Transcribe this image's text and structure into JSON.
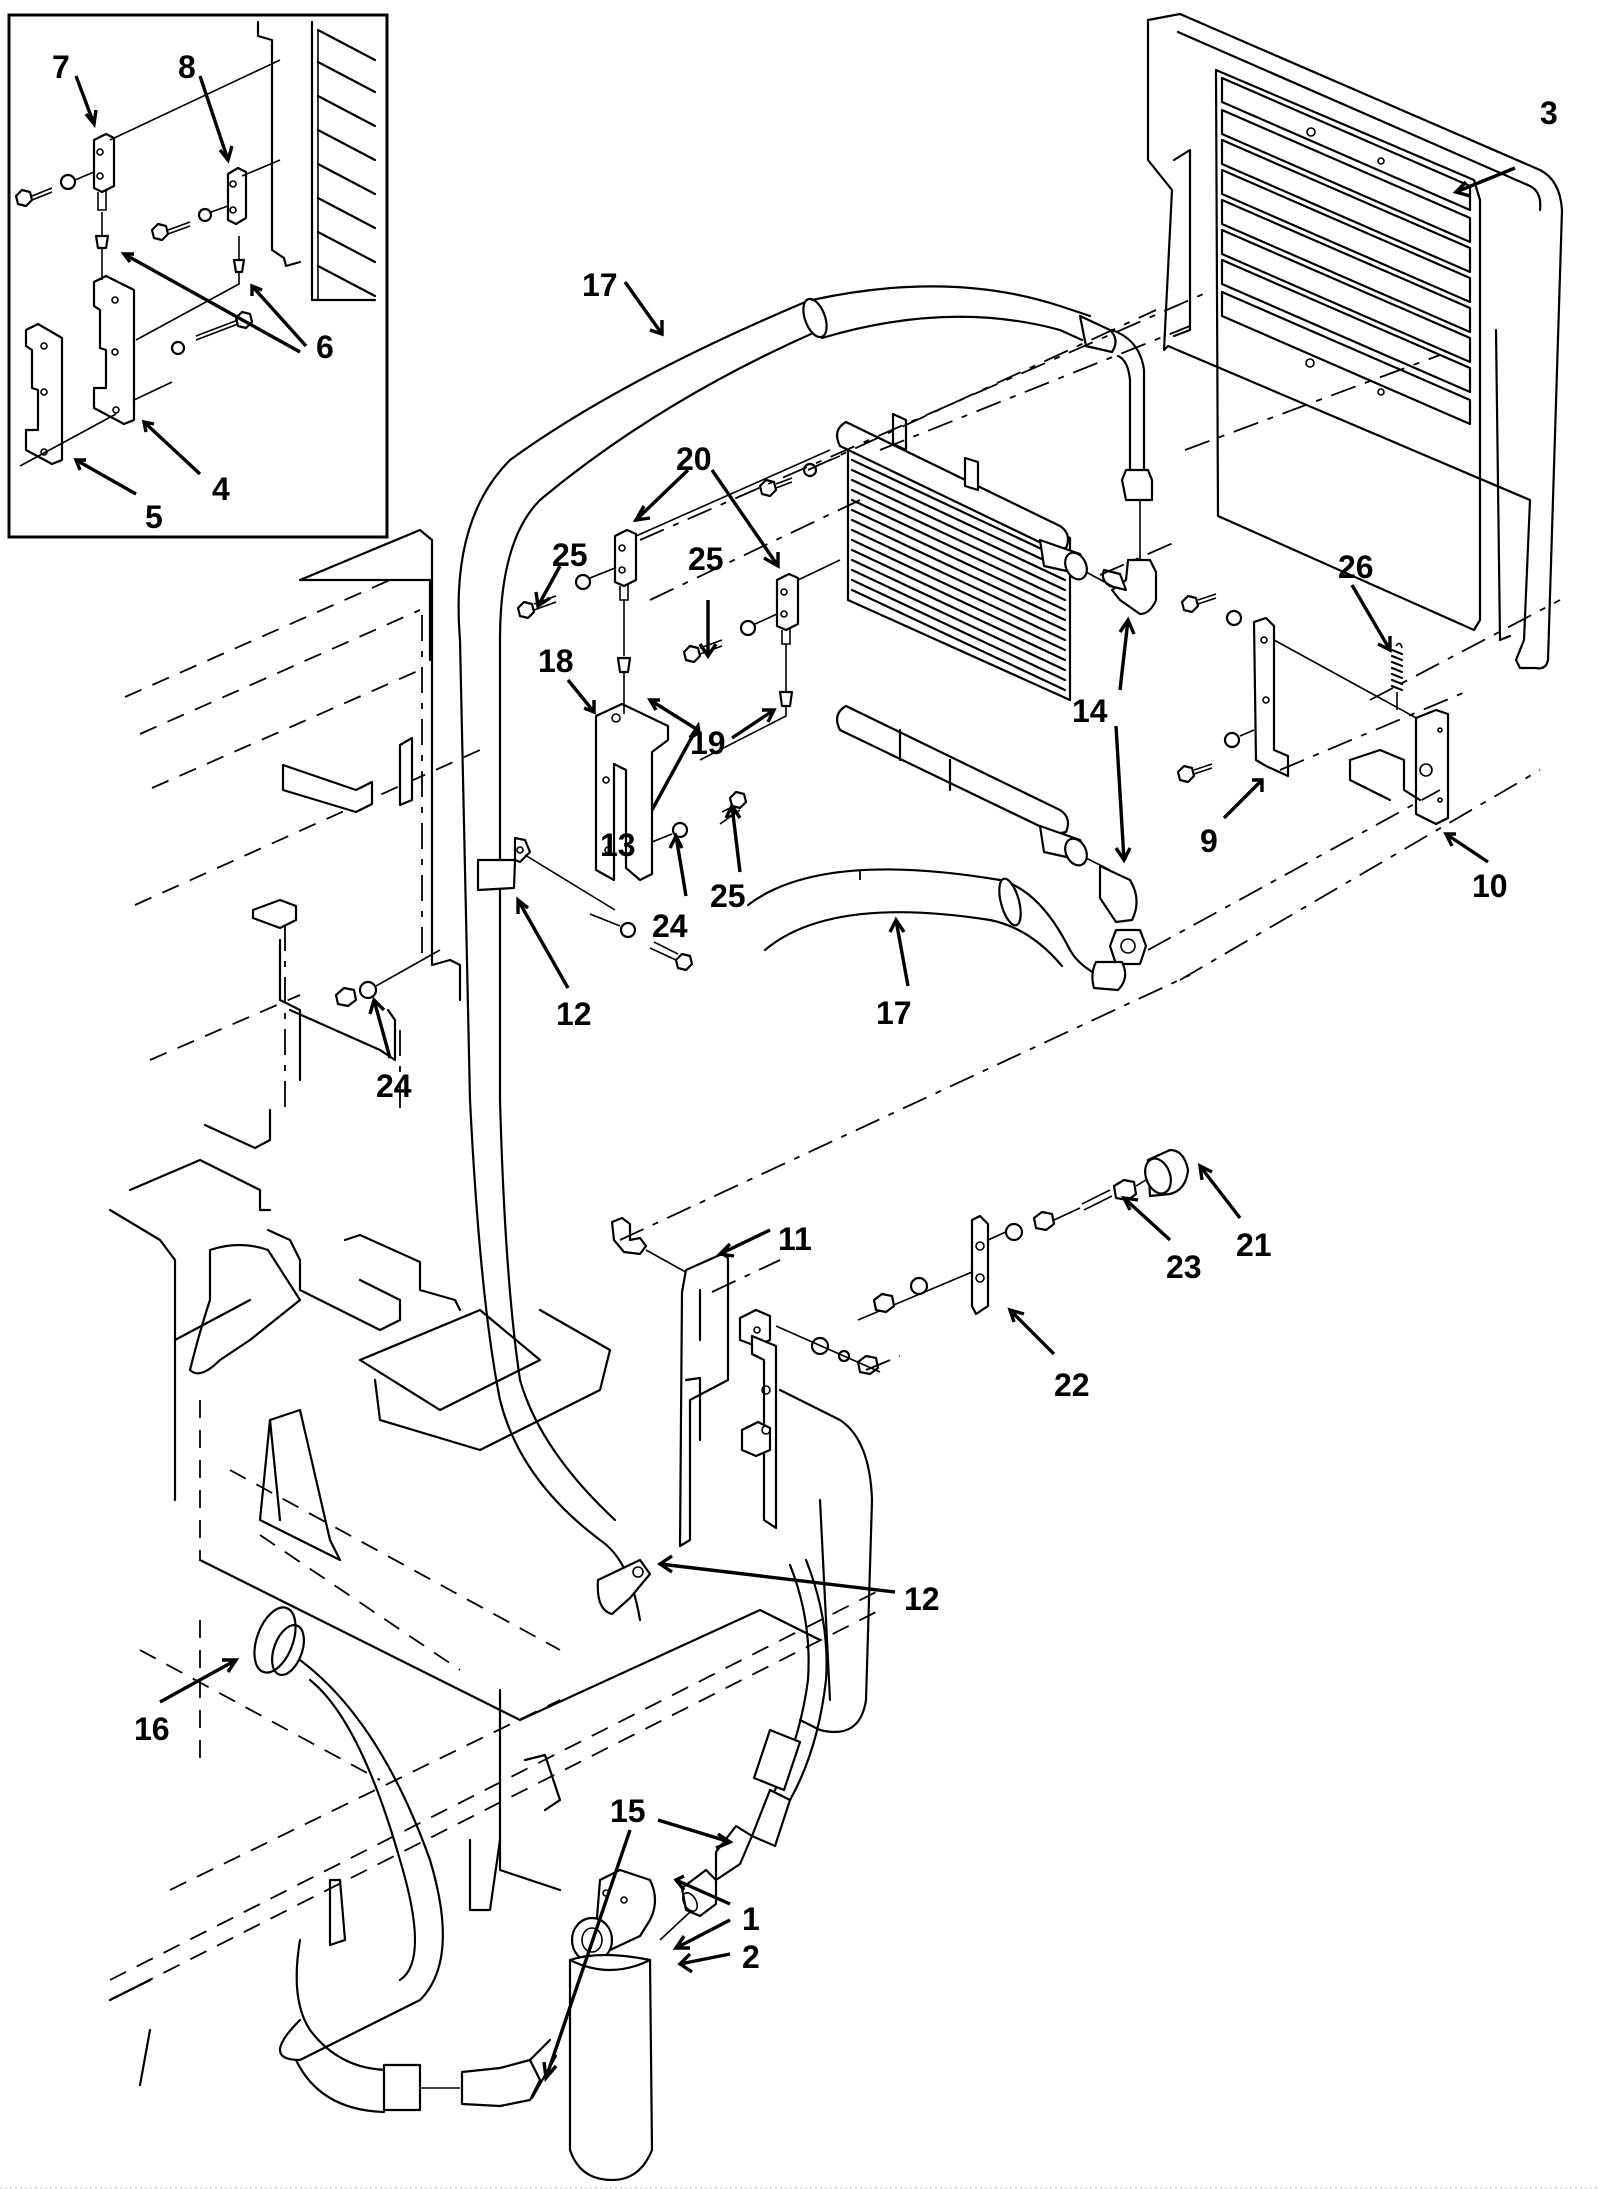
{
  "figure": {
    "subject": "Oil cooler assembly exploded parts view",
    "callouts": [
      {
        "id": "c7",
        "label": "7"
      },
      {
        "id": "c8",
        "label": "8"
      },
      {
        "id": "c6",
        "label": "6"
      },
      {
        "id": "c4",
        "label": "4"
      },
      {
        "id": "c5",
        "label": "5"
      },
      {
        "id": "c3",
        "label": "3"
      },
      {
        "id": "c17a",
        "label": "17"
      },
      {
        "id": "c20",
        "label": "20"
      },
      {
        "id": "c25a",
        "label": "25"
      },
      {
        "id": "c25b",
        "label": "25"
      },
      {
        "id": "c18",
        "label": "18"
      },
      {
        "id": "c19",
        "label": "19"
      },
      {
        "id": "c13",
        "label": "13"
      },
      {
        "id": "c14",
        "label": "14"
      },
      {
        "id": "c26",
        "label": "26"
      },
      {
        "id": "c9",
        "label": "9"
      },
      {
        "id": "c10",
        "label": "10"
      },
      {
        "id": "c12a",
        "label": "12"
      },
      {
        "id": "c24a",
        "label": "24"
      },
      {
        "id": "c25c",
        "label": "25"
      },
      {
        "id": "c17b",
        "label": "17"
      },
      {
        "id": "c24b",
        "label": "24"
      },
      {
        "id": "c11",
        "label": "11"
      },
      {
        "id": "c21",
        "label": "21"
      },
      {
        "id": "c23",
        "label": "23"
      },
      {
        "id": "c22",
        "label": "22"
      },
      {
        "id": "c12b",
        "label": "12"
      },
      {
        "id": "c16",
        "label": "16"
      },
      {
        "id": "c15",
        "label": "15"
      },
      {
        "id": "c1",
        "label": "1"
      },
      {
        "id": "c2",
        "label": "2"
      }
    ],
    "inset": {
      "callouts": [
        "7",
        "8",
        "6",
        "4",
        "5"
      ]
    }
  }
}
